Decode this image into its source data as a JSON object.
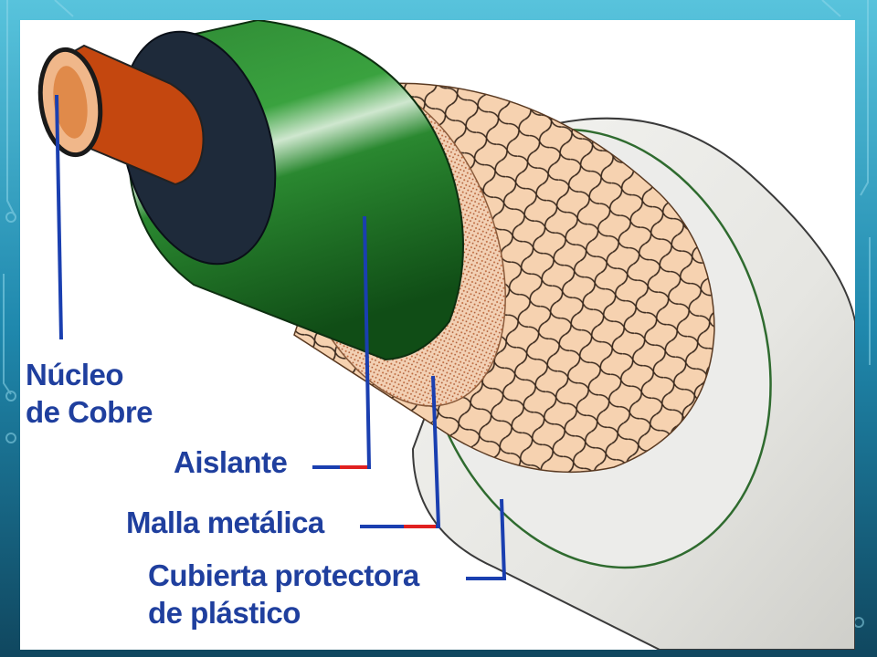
{
  "diagram": {
    "labels": {
      "core_line1": "Núcleo",
      "core_line2": "de Cobre",
      "insulator": "Aislante",
      "mesh": "Malla metálica",
      "cover_line1": "Cubierta protectora",
      "cover_line2": "de plástico"
    },
    "colors": {
      "label_text": "#1f3f9e",
      "leader_line": "#1a3fb0",
      "leader_accent": "#e02020",
      "copper": "#c94a10",
      "insulator_green": "#1f7a2a",
      "mesh_tan": "#f3c9a3",
      "jacket_white": "#eeeeea",
      "slide_background": "#1b6a8c"
    }
  }
}
